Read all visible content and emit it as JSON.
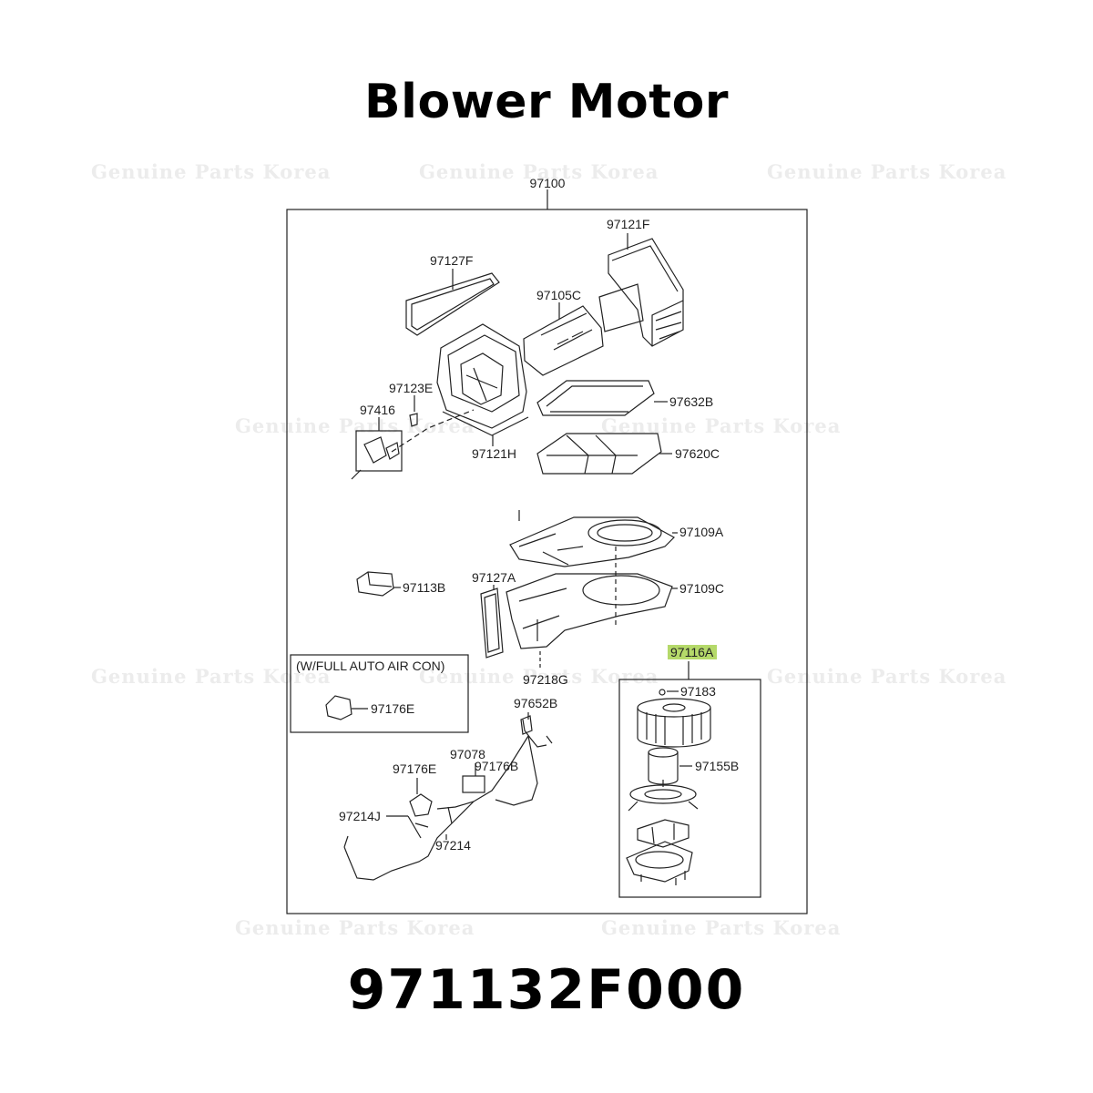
{
  "title": "Blower Motor",
  "part_number": "971132F000",
  "watermark": "Genuine Parts Korea",
  "highlight_color": "#b5d96a",
  "labels": {
    "assembly": "97100",
    "p97121F": "97121F",
    "p97127F": "97127F",
    "p97105C": "97105C",
    "p97123E": "97123E",
    "p97416": "97416",
    "p97632B": "97632B",
    "p97121H": "97121H",
    "p97620C": "97620C",
    "p97109A": "97109A",
    "p97127A": "97127A",
    "p97113B": "97113B",
    "p97109C": "97109C",
    "p97116A": "97116A",
    "auto_aircon_note": "(W/FULL AUTO AIR CON)",
    "p97176E_box": "97176E",
    "p97218G": "97218G",
    "p97183": "97183",
    "p97652B": "97652B",
    "p97078": "97078",
    "p97176B": "97176B",
    "p97176E": "97176E",
    "p97155B": "97155B",
    "p97214J": "97214J",
    "p97214": "97214"
  }
}
